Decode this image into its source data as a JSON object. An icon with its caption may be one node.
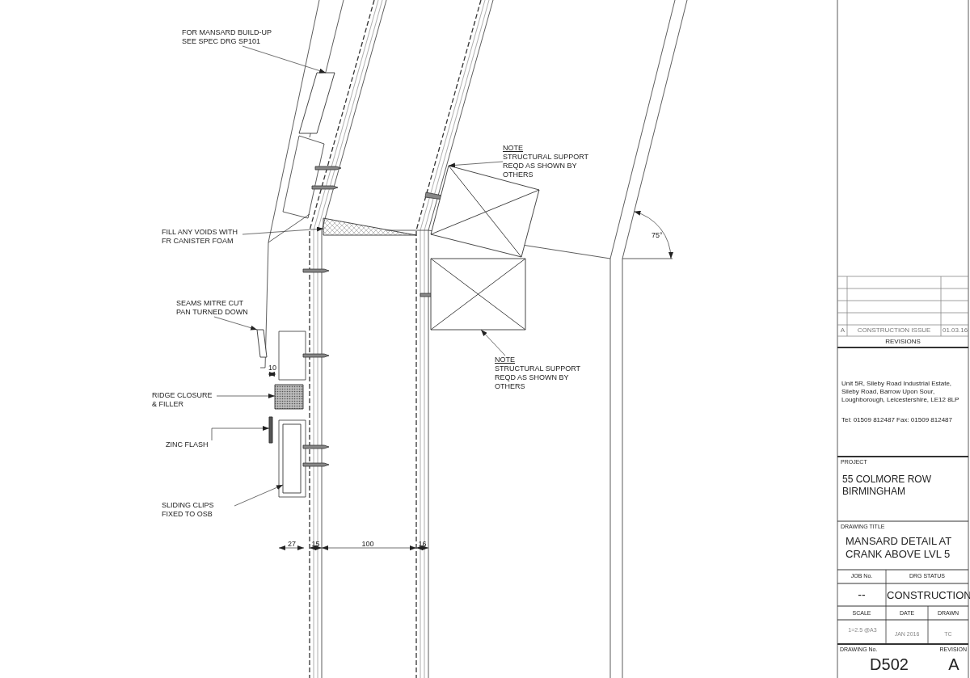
{
  "diagram": {
    "title": "MANSARD DETAIL AT CRANK ABOVE LVL 5",
    "nodes": [
      {
        "text": [
          "FOR MANSARD BUILD-UP SEE SPEC DRG SP101"
        ]
      },
      {
        "text": [],
        "shape": "box"
      },
      {
        "text": [
          "FILL ANY VOIDS WITH FR CANISTER FOAM"
        ]
      },
      {
        "text": [],
        "shape": "box"
      },
      {
        "text": [
          "SEAMS MITRE CUT PAN TURNED DOWN"
        ]
      },
      {
        "text": [],
        "shape": "box"
      },
      {
        "text": [
          "RIDGE CLOSURE & FILLER"
        ]
      },
      {
        "text": [],
        "shape": "box"
      },
      {
        "text": [
          "ZINC FLASH"
        ]
      },
      {
        "text": [],
        "shape": "bar"
      },
      {
        "text": [
          "SLIDING CLIPS FIXED TO OSB"
        ]
      },
      {
        "text": [],
        "shape": "box"
      },
      {
        "text": [
          "NOTE",
          "STRUCTURAL SUPPORT REQD AS SHOWN BY OTHERS"
        ]
      },
      {
        "text": [],
        "shape": "box"
      },
      {
        "text": [
          "NOTE",
          "STRUCTURAL SUPPORT REQD AS SHOWN BY OTHERS"
        ]
      },
      {
        "text": [],
        "shape": "box"
      }
    ],
    "edges": [
      {
        "from": 0,
        "to": 1,
        "arrow": "to"
      },
      {
        "from": 2,
        "to": 3,
        "arrow": "to"
      },
      {
        "from": 4,
        "to": 5,
        "arrow": "to"
      },
      {
        "from": 6,
        "to": 7,
        "arrow": "to"
      },
      {
        "from": 8,
        "to": 9,
        "arrow": "to"
      },
      {
        "from": 10,
        "to": 11,
        "arrow": "to"
      },
      {
        "from": 12,
        "to": 13,
        "arrow": "to"
      },
      {
        "from": 14,
        "to": 15,
        "arrow": "to"
      }
    ],
    "labels": [
      "75°",
      "A",
      "CONSTRUCTION ISSUE",
      "01.03.16",
      "REVISIONS",
      "10",
      "Unit 5R, Sileby Road Industrial Estate, Sileby Road, Barrow Upon Sour, Loughborough, Leicestershire, LE12 8LP",
      "Tel: 01509 812487 Fax: 01509 812487",
      "PROJECT",
      "55 COLMORE ROW BIRMINGHAM",
      "DRAWING TITLE",
      "JOB No.",
      "DRG STATUS",
      "--",
      "CONSTRUCTION",
      "SCALE",
      "DATE",
      "DRAWN",
      "1=2.5 @A3",
      "JAN 2016",
      "TC",
      "DRAWING No.",
      "REVISION",
      "D502",
      "A",
      "27",
      "15",
      "100",
      "16"
    ]
  }
}
